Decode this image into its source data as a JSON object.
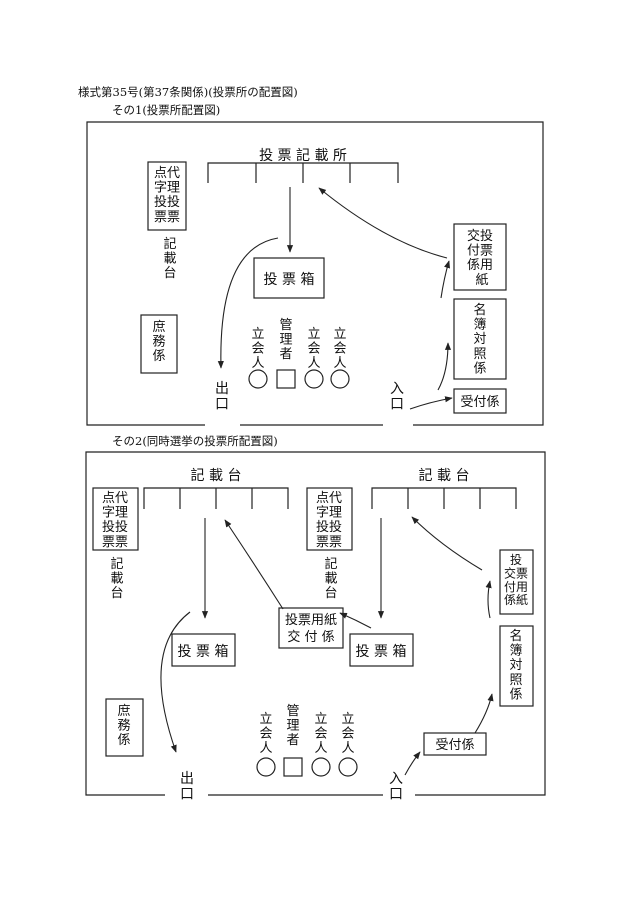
{
  "header": {
    "form_title": "様式第35号(第37条関係)(投票所の配置図)",
    "sub1": "その1(投票所配置図)",
    "sub2": "その2(同時選挙の投票所配置図)"
  },
  "d1": {
    "booth": "投 票 記 載 所",
    "proxy": "点代\n字理\n投投\n票票",
    "proxy_desk": "記\n載\n台",
    "box": "投 票 箱",
    "clerk": "庶\n務\n係",
    "witness": "立\n会\n人",
    "manager": "管\n理\n者",
    "exit": "出\n口",
    "entrance": "入\n口",
    "issue": "交投\n付票\n係用\n 紙",
    "register": "名\n簿\n対\n照\n係",
    "reception": "受付係"
  },
  "d2": {
    "desk": "記 載 台",
    "proxy": "点代\n字理\n投投\n票票",
    "proxy_desk": "記\n載\n台",
    "box": "投 票 箱",
    "center_issue_line1": "投票用紙",
    "center_issue_line2": "交 付 係",
    "clerk": "庶\n務\n係",
    "witness": "立\n会\n人",
    "manager": "管\n理\n者",
    "exit": "出\n口",
    "entrance": "入\n口",
    "issue": "投\n交票\n付用\n係紙",
    "register": "名\n簿\n対\n照\n係",
    "reception": "受付係"
  }
}
